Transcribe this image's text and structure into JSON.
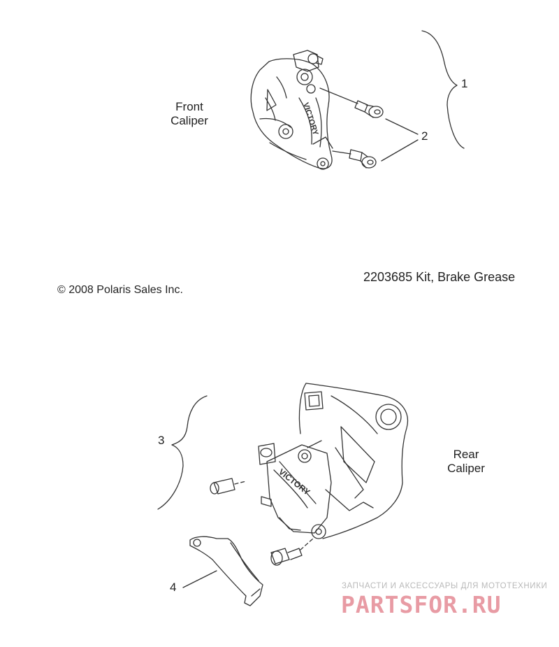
{
  "labels": {
    "front_caliper_line1": "Front",
    "front_caliper_line2": "Caliper",
    "rear_caliper_line1": "Rear",
    "rear_caliper_line2": "Caliper"
  },
  "callouts": {
    "c1": "1",
    "c2": "2",
    "c3": "3",
    "c4": "4"
  },
  "notes": {
    "grease_kit": "2203685  Kit, Brake Grease",
    "copyright": "© 2008 Polaris Sales Inc."
  },
  "caliper_brand": "VICTORY",
  "watermark": {
    "subtitle": "ЗАПЧАСТИ И АКСЕССУАРЫ ДЛЯ МОТОТЕХНИКИ",
    "logo_text": "PARTSFOR.RU"
  },
  "colors": {
    "line": "#333333",
    "watermark_logo": "#d64a5a",
    "watermark_sub": "#b9b9b9"
  }
}
